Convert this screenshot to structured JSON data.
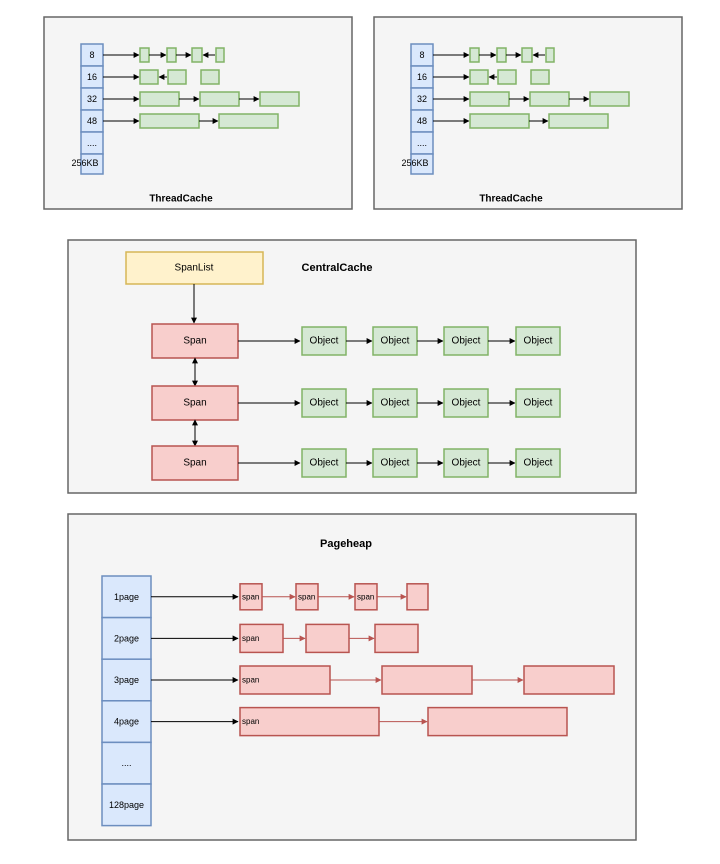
{
  "thread_cache": {
    "title": "ThreadCache",
    "size_classes": [
      "8",
      "16",
      "32",
      "48",
      "....",
      "256KB"
    ]
  },
  "central_cache": {
    "title": "CentralCache",
    "span_list_label": "SpanList",
    "span_label": "Span",
    "object_label": "Object"
  },
  "page_heap": {
    "title": "Pageheap",
    "page_classes": [
      "1page",
      "2page",
      "3page",
      "4page",
      "....",
      "128page"
    ],
    "span_label": "span"
  },
  "colors": {
    "panel_fill": "#f5f5f5",
    "panel_border": "#666666",
    "blue_fill": "#dae8fc",
    "blue_border": "#6c8ebf",
    "green_fill": "#d5e8d4",
    "green_border": "#82b366",
    "red_fill": "#f8cecc",
    "red_border": "#b85450",
    "yellow_fill": "#fff2cc",
    "yellow_border": "#d6b656"
  }
}
